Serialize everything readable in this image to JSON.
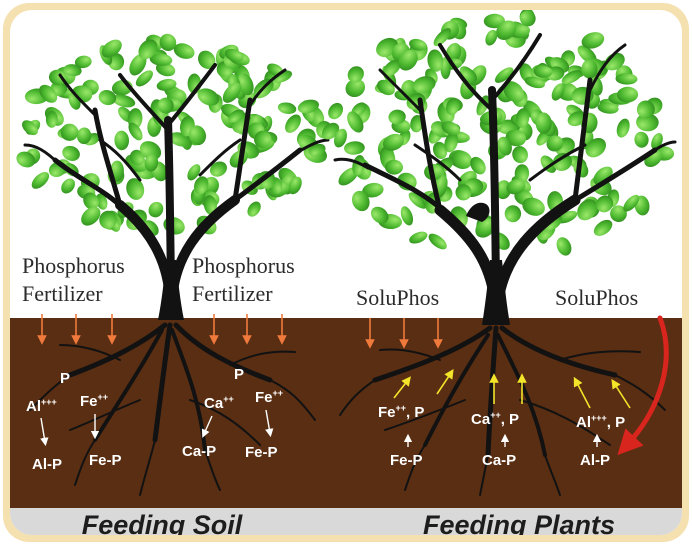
{
  "left_panel": {
    "caption": "Feeding Soil",
    "fertilizer_left": {
      "line1": "Phosphorus",
      "line2": "Fertilizer"
    },
    "fertilizer_right": {
      "line1": "Phosphorus",
      "line2": "Fertilizer"
    },
    "labels": {
      "p1": "P",
      "al": "Al",
      "al_sup": "+++",
      "fe": "Fe",
      "fe_sup": "++",
      "p2": "P",
      "ca": "Ca",
      "ca_sup": "++",
      "fe2": "Fe",
      "fe2_sup": "++",
      "alp": "Al-P",
      "fep": "Fe-P",
      "cap": "Ca-P",
      "fep2": "Fe-P"
    }
  },
  "right_panel": {
    "caption": "Feeding Plants",
    "product_left": "SoluPhos",
    "product_right": "SoluPhos",
    "labels": {
      "fe": "Fe",
      "fe_sup": "++",
      "fe_p": ", P",
      "ca": "Ca",
      "ca_sup": "++",
      "ca_p": ", P",
      "al": "Al",
      "al_sup": "+++",
      "al_p": ", P",
      "fep": "Fe-P",
      "cap": "Ca-P",
      "alp": "Al-P"
    }
  },
  "colors": {
    "border": "#f5e0b0",
    "soil": "#5a2e12",
    "caption_band": "#d9d9d9",
    "fertilizer_arrow": "#f07a3c",
    "release_arrow": "#f2e52a",
    "feed_arrow": "#d8251e",
    "leaf": "#5fc43c",
    "trunk": "#121212"
  }
}
